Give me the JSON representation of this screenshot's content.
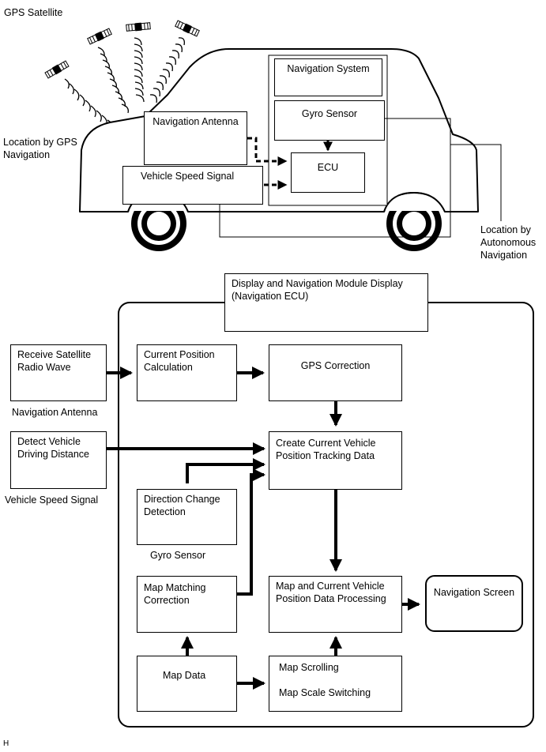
{
  "top": {
    "gps_satellite": "GPS Satellite",
    "location_by_gps": "Location by GPS\nNavigation",
    "navigation_antenna": "Navigation Antenna",
    "vehicle_speed_signal": "Vehicle Speed Signal",
    "navigation_system": "Navigation System",
    "gyro_sensor": "Gyro Sensor",
    "ecu": "ECU",
    "location_by_autonomous": "Location by\nAutonomous\nNavigation"
  },
  "bottom": {
    "module_title": "Display and Navigation Module Display\n(Navigation ECU)",
    "receive_satellite": "Receive Satellite\nRadio Wave",
    "navigation_antenna_label": "Navigation Antenna",
    "detect_vehicle": "Detect Vehicle\nDriving Distance",
    "vehicle_speed_label": "Vehicle Speed Signal",
    "current_position": "Current Position\nCalculation",
    "gps_correction": "GPS Correction",
    "create_tracking": "Create Current Vehicle\nPosition Tracking Data",
    "direction_change": "Direction Change\nDetection",
    "gyro_sensor_label": "Gyro Sensor",
    "map_matching": "Map Matching\nCorrection",
    "map_processing": "Map and Current Vehicle\nPosition Data Processing",
    "navigation_screen": "Navigation Screen",
    "map_data": "Map Data",
    "map_scrolling": "Map Scrolling",
    "map_scale": "Map Scale Switching"
  },
  "footer": {
    "code": "H"
  }
}
